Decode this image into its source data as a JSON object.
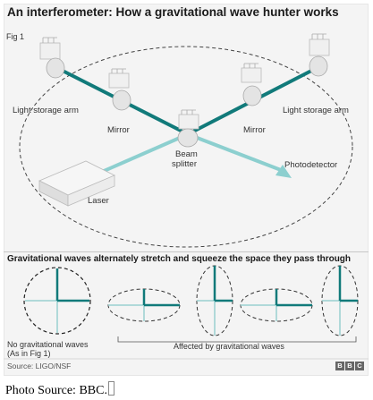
{
  "title": "An interferometer: How a gravitational wave hunter works",
  "fig_label": "Fig 1",
  "labels": {
    "left_arm": "Light storage arm",
    "right_arm": "Light storage arm",
    "left_mirror": "Mirror",
    "right_mirror": "Mirror",
    "beam_splitter_1": "Beam",
    "beam_splitter_2": "splitter",
    "photodetector": "Photodetector",
    "laser": "Laser"
  },
  "subtitle": "Gravitational waves alternately stretch and squeeze the space they pass through",
  "bottom_labels": {
    "no_waves_1": "No gravitational waves",
    "no_waves_2": "(As in Fig 1)",
    "affected": "Affected by gravitational waves"
  },
  "source": "Source: LIGO/NSF",
  "logo_letters": [
    "B",
    "B",
    "C"
  ],
  "caption": "Photo Source: BBC.",
  "colors": {
    "arm_beam": "#117a7a",
    "laser_beam": "#8ccfcf",
    "card_bg": "#f4f4f4"
  }
}
